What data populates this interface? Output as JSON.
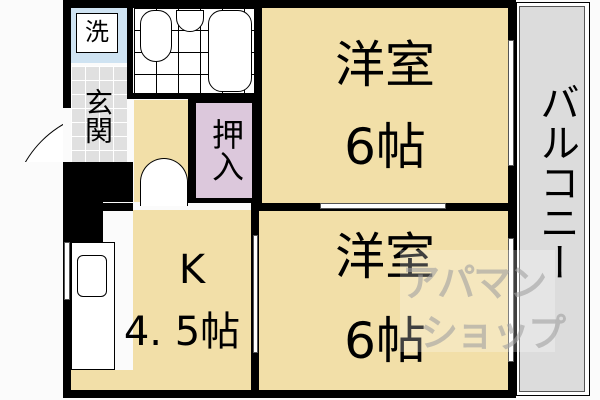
{
  "floorplan": {
    "rooms": {
      "laundry": {
        "label": "洗"
      },
      "entrance": {
        "label": "玄関"
      },
      "closet": {
        "label": "押入"
      },
      "western_room_1": {
        "label_1": "洋室",
        "label_2": "6帖"
      },
      "western_room_2": {
        "label_1": "洋室",
        "label_2": "6帖"
      },
      "kitchen": {
        "label_1": "K",
        "label_2": "4. 5帖"
      },
      "balcony": {
        "label": "バルコニー"
      }
    },
    "watermark": {
      "line_1": "アパマン",
      "line_2": "ショップ"
    },
    "colors": {
      "floor": "#f2dfa8",
      "entrance": "#e0e0e0",
      "closet": "#dcc8dc",
      "laundry": "#cfe3f2",
      "balcony": "#dcdcdc",
      "wall": "#000000"
    }
  }
}
